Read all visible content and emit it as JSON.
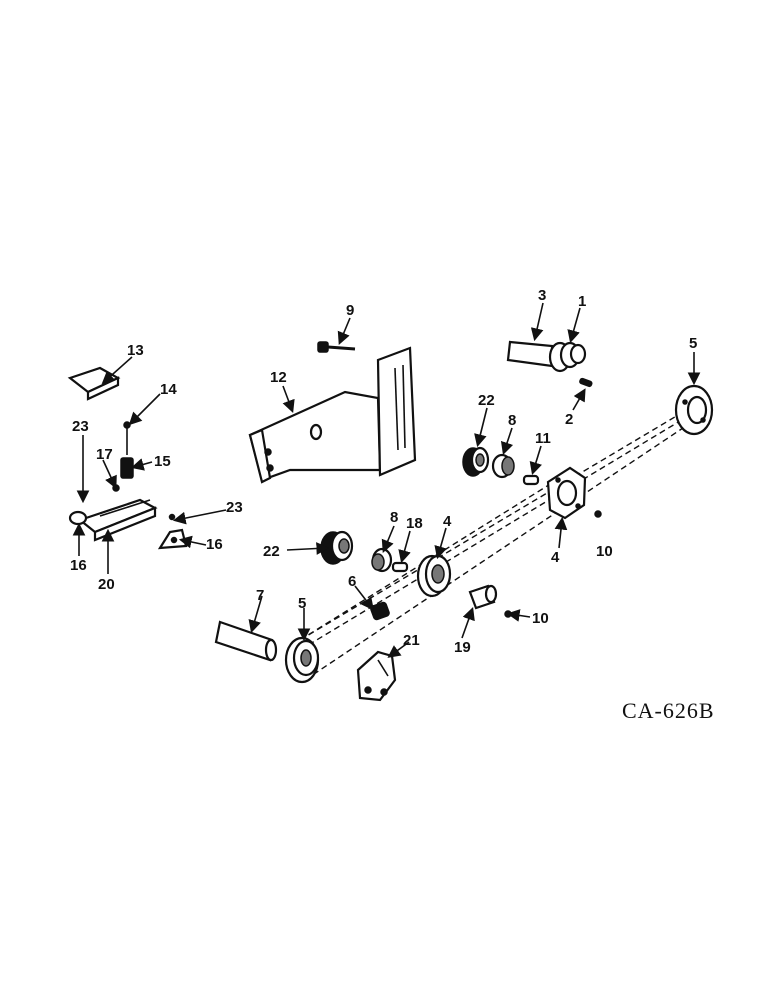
{
  "diagram_code": "CA-626B",
  "callouts": {
    "c1": "1",
    "c2": "2",
    "c3": "3",
    "c4a": "4",
    "c4b": "4",
    "c5a": "5",
    "c5b": "5",
    "c6": "6",
    "c7": "7",
    "c8a": "8",
    "c8b": "8",
    "c9": "9",
    "c10a": "10",
    "c10b": "10",
    "c11": "11",
    "c12": "12",
    "c13": "13",
    "c14": "14",
    "c15": "15",
    "c16a": "16",
    "c16b": "16",
    "c17": "17",
    "c18": "18",
    "c19": "19",
    "c20": "20",
    "c21": "21",
    "c22a": "22",
    "c22b": "22",
    "c23a": "23",
    "c23b": "23"
  }
}
